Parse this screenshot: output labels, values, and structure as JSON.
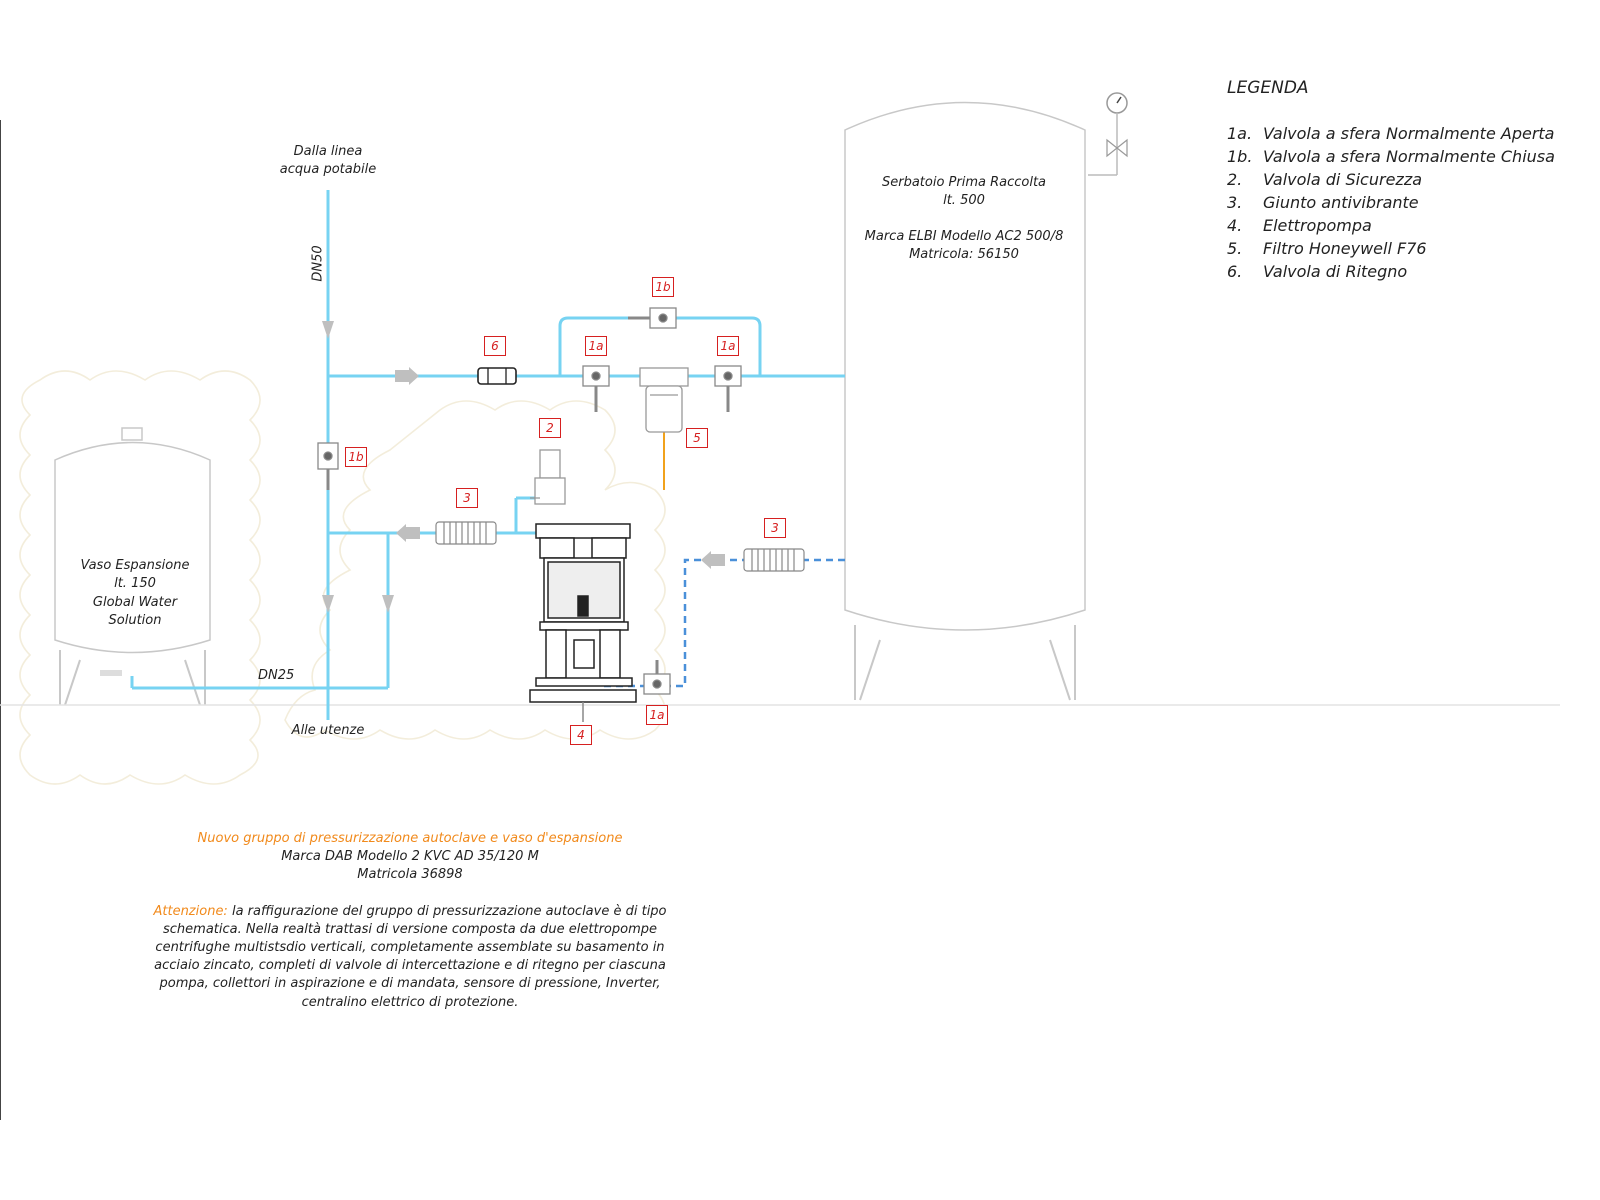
{
  "labels": {
    "source_line": [
      "Dalla linea",
      "acqua potabile"
    ],
    "dn50": "DN50",
    "dn25": "DN25",
    "users": "Alle utenze",
    "tank": {
      "name": "Serbatoio Prima Raccolta",
      "capacity": "lt. 500",
      "model": "Marca ELBI Modello AC2 500/8",
      "serial": "Matricola: 56150"
    },
    "vessel": [
      "Vaso Espansione",
      "lt. 150",
      "Global Water",
      "Solution"
    ]
  },
  "tags": {
    "valve_1b_top": "1b",
    "check_valve": "6",
    "valve_1a_left": "1a",
    "valve_1a_right": "1a",
    "filter": "5",
    "safety_valve": "2",
    "vert_1b": "1b",
    "joint_left": "3",
    "joint_right": "3",
    "pump": "4",
    "pump_1a": "1a"
  },
  "legend": {
    "title": "LEGENDA",
    "items": [
      {
        "num": "1a.",
        "text": "Valvola a sfera Normalmente Aperta"
      },
      {
        "num": "1b.",
        "text": "Valvola a sfera Normalmente Chiusa"
      },
      {
        "num": "2.",
        "text": "Valvola di Sicurezza"
      },
      {
        "num": "3.",
        "text": "Giunto antivibrante"
      },
      {
        "num": "4.",
        "text": "Elettropompa"
      },
      {
        "num": "5.",
        "text": "Filtro Honeywell F76"
      },
      {
        "num": "6.",
        "text": "Valvola di Ritegno"
      }
    ]
  },
  "notes": {
    "heading": "Nuovo gruppo di pressurizzazione autoclave e vaso d'espansione",
    "model": "Marca DAB Modello 2 KVC AD 35/120 M",
    "serial": "Matricola 36898",
    "attention_label": "Attenzione:",
    "attention_body": " la raffigurazione del gruppo di pressurizzazione autoclave è di tipo schematica. Nella realtà trattasi di versione composta da due elettropompe centrifughe multistsdio verticali, completamente assemblate su basamento in acciaio zincato, completi di valvole di intercettazione e di ritegno per ciascuna pompa, collettori in aspirazione e di mandata, sensore di pressione, Inverter, centralino elettrico di protezione."
  },
  "colors": {
    "pipe": "#77d3f2",
    "tag": "#d62020",
    "accent": "#f18a1c",
    "equipment": "#bdbdbd",
    "cloud": "#f3eddb",
    "flow_arrow": "#bfbfbf"
  }
}
